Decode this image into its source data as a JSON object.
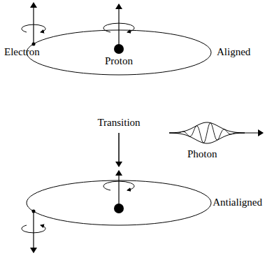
{
  "diagram": {
    "labels": [
      "Electron",
      "Proton",
      "Aligned",
      "Transition",
      "Photon",
      "Antialigned"
    ]
  }
}
